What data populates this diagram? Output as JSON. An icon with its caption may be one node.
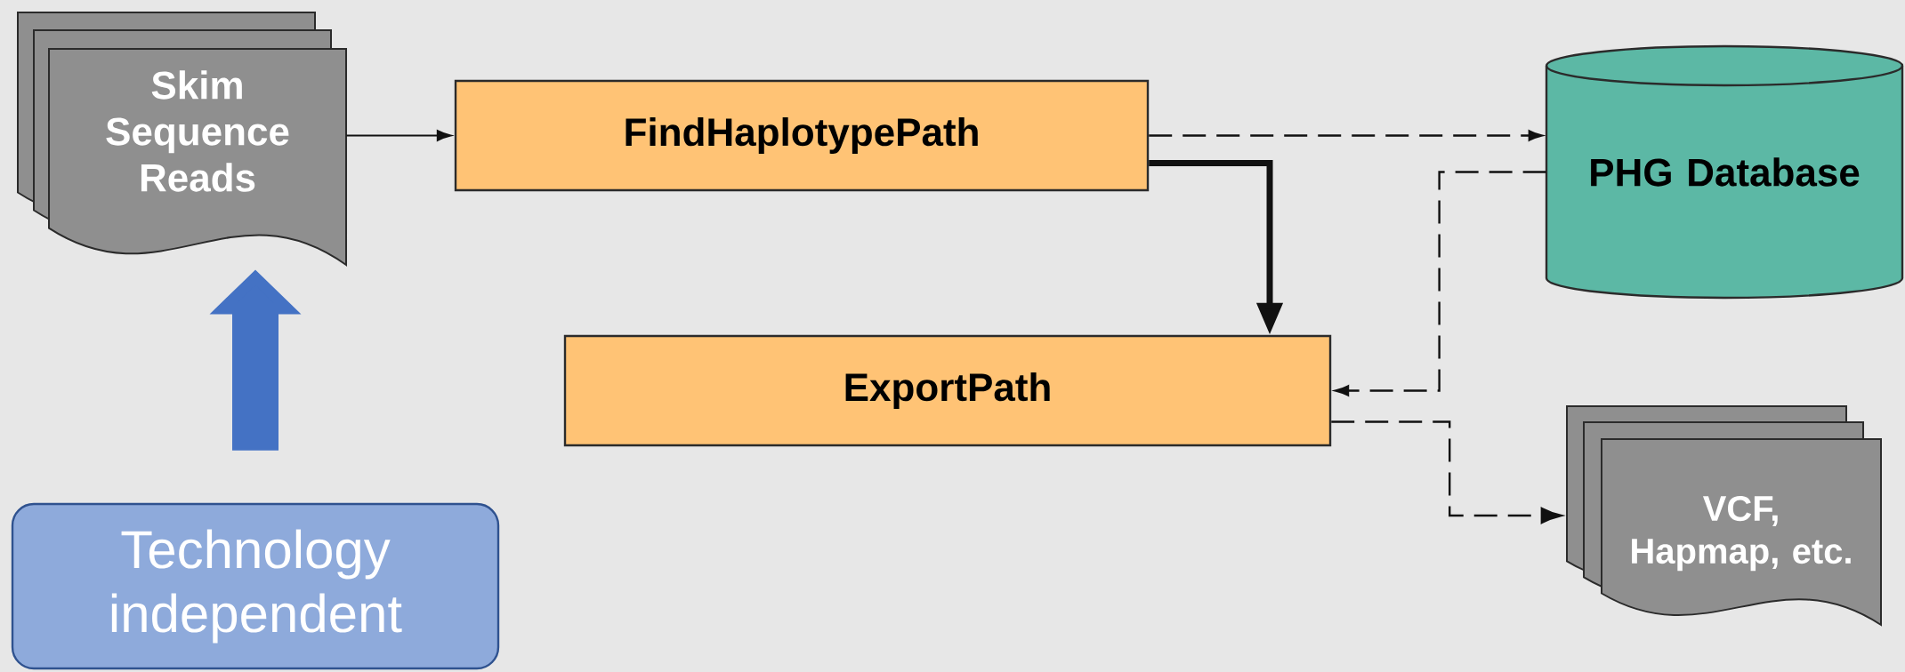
{
  "diagram": {
    "nodes": [
      {
        "text": [
          "Skim Sequence Reads"
        ]
      },
      {
        "text": [
          "FindHaplotypePath"
        ]
      },
      {
        "text": [
          "ExportPath"
        ]
      },
      {
        "text": [
          "PHG Database"
        ]
      },
      {
        "text": [
          "VCF, Hapmap, etc."
        ]
      },
      {
        "text": [
          "Technology independent"
        ]
      }
    ],
    "edges": [
      {
        "from": 0,
        "to": 1,
        "arrow": "to"
      },
      {
        "from": 1,
        "to": 3,
        "arrow": "to",
        "style": "dashed"
      },
      {
        "from": 1,
        "to": 2,
        "arrow": "to",
        "style": "thick"
      },
      {
        "from": 3,
        "to": 2,
        "arrow": "to",
        "style": "dashed"
      },
      {
        "from": 2,
        "to": 4,
        "arrow": "to",
        "style": "dashed"
      },
      {
        "from": 5,
        "to": 0,
        "arrow": "to",
        "style": "thick",
        "color": "#4472c4"
      }
    ]
  }
}
